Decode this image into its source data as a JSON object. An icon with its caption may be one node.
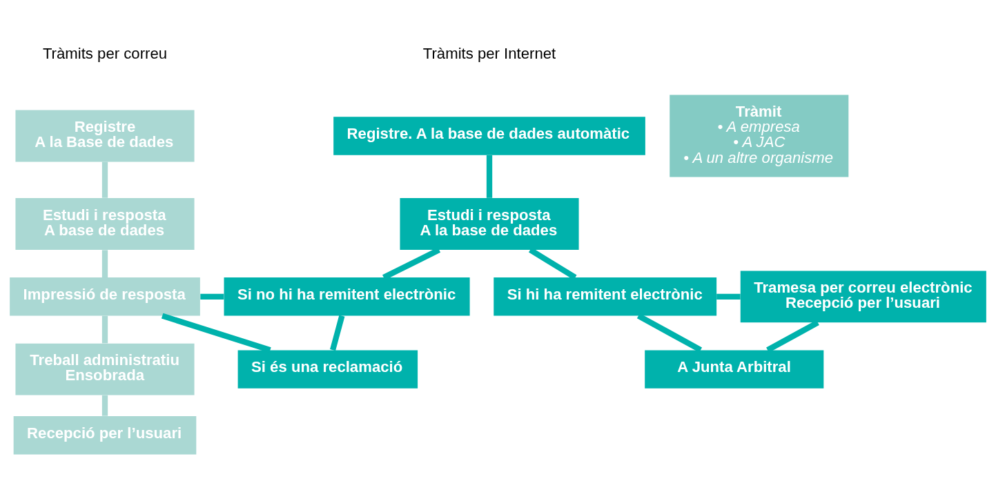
{
  "diagram": {
    "nodes": [
      {
        "text": [
          "Registre",
          "A la Base de dades"
        ]
      },
      {
        "text": [
          "Estudi i resposta",
          "A base de dades"
        ]
      },
      {
        "text": [
          "Impressió de resposta"
        ]
      },
      {
        "text": [
          "Treball administratiu",
          "Ensobrada"
        ]
      },
      {
        "text": [
          "Recepció per l’usuari"
        ]
      },
      {
        "text": [
          "Registre. A la base de dades automàtic"
        ]
      },
      {
        "text": [
          "Estudi i resposta",
          "A la base de dades"
        ]
      },
      {
        "text": [
          "Si no hi ha remitent electrònic"
        ]
      },
      {
        "text": [
          "Si hi ha remitent electrònic"
        ]
      },
      {
        "text": [
          "Si és una reclamació"
        ]
      },
      {
        "text": [
          "A Junta Arbitral"
        ]
      },
      {
        "text": [
          "Tràmit",
          "• A empresa",
          "• A JAC",
          "• A un altre organisme"
        ]
      },
      {
        "text": [
          "Tramesa per correu electrònic",
          "Recepció per l’usuari"
        ]
      }
    ],
    "edges": [
      {
        "from": 0,
        "to": 1,
        "arrow": "none",
        "color": "#aad8d3"
      },
      {
        "from": 1,
        "to": 2,
        "arrow": "none",
        "color": "#aad8d3"
      },
      {
        "from": 2,
        "to": 3,
        "arrow": "none",
        "color": "#aad8d3"
      },
      {
        "from": 3,
        "to": 4,
        "arrow": "none",
        "color": "#aad8d3"
      },
      {
        "from": 5,
        "to": 6,
        "arrow": "none"
      },
      {
        "from": 6,
        "to": 7,
        "arrow": "none"
      },
      {
        "from": 6,
        "to": 8,
        "arrow": "none"
      },
      {
        "from": 7,
        "to": 9,
        "arrow": "none"
      },
      {
        "from": 8,
        "to": 10,
        "arrow": "none"
      },
      {
        "from": 2,
        "to": 7,
        "arrow": "none"
      },
      {
        "from": 2,
        "to": 9,
        "arrow": "none"
      },
      {
        "from": 8,
        "to": 12,
        "arrow": "none"
      },
      {
        "from": 10,
        "to": 12,
        "arrow": "none"
      }
    ],
    "labels": [
      "Tràmits per correu",
      "Tràmits per Internet"
    ]
  }
}
